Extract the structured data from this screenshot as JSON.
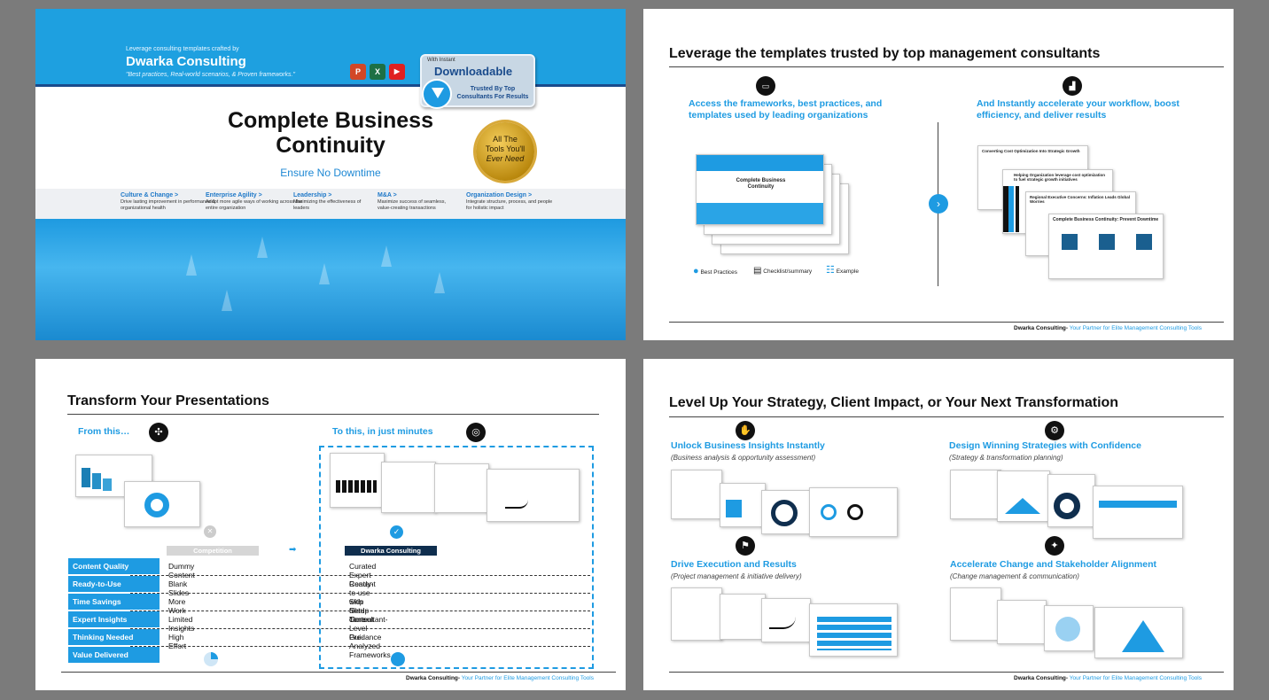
{
  "slide1": {
    "kicker": "Leverage consulting templates crafted by",
    "brand": "Dwarka Consulting",
    "tagline": "\"Best practices, Real-world scenarios, & Proven frameworks.\"",
    "app_icons": [
      {
        "name": "powerpoint-icon",
        "glyph": "P",
        "color": "#d24726"
      },
      {
        "name": "excel-icon",
        "glyph": "X",
        "color": "#1d7044"
      },
      {
        "name": "youtube-icon",
        "glyph": "▶",
        "color": "#e02020"
      }
    ],
    "download": {
      "small": "With Instant",
      "big": "Downloadable",
      "trust": "Trusted By Top Consultants For Results"
    },
    "title": "Complete Business Continuity",
    "subtitle": "Ensure No Downtime",
    "seal": {
      "line1": "All The",
      "line2": "Tools You'll",
      "line3": "Ever Need"
    },
    "categories": [
      {
        "title": "Culture & Change >",
        "desc": "Drive lasting improvement in performance & organizational health"
      },
      {
        "title": "Enterprise Agility >",
        "desc": "Adopt more agile ways of working across the entire organization"
      },
      {
        "title": "Leadership >",
        "desc": "Maximizing the effectiveness of leaders"
      },
      {
        "title": "M&A >",
        "desc": "Maximize success of seamless, value-creating transactions"
      },
      {
        "title": "Organization Design >",
        "desc": "Integrate structure, process, and people for holistic impact"
      }
    ]
  },
  "slide2": {
    "heading": "Leverage the templates trusted by top management consultants",
    "left_heading": "Access the frameworks, best practices, and templates used by leading organizations",
    "right_heading": "And Instantly accelerate your workflow, boost efficiency, and deliver results",
    "legend": [
      "Best Practices",
      "Checklist/summary",
      "Example"
    ],
    "thumb_left_title": "Complete Business Continuity",
    "thumb_right_titles": [
      "Converting Cost Optimization Into Strategic Growth",
      "Helping Organization leverage cost optimization to fuel strategic growth initiatives",
      "Regional Executive Concerns: Inflation Leads Global Worries",
      "Complete Business Continuity: Prevent Downtime"
    ],
    "footer_brand": "Dwarka Consulting-",
    "footer_text": " Your Partner for Elite Management Consulting Tools"
  },
  "slide3": {
    "heading": "Transform Your Presentations",
    "from_label": "From this…",
    "to_label": "To this, in just minutes",
    "competition_tag": "Competition",
    "dwarka_tag": "Dwarka Consulting",
    "rows": [
      {
        "label": "Content Quality",
        "competition": "Dummy Content",
        "dwarka": "Curated Expert Content"
      },
      {
        "label": "Ready-to-Use",
        "competition": "Blank Slides",
        "dwarka": "Ready-to-use with filled content"
      },
      {
        "label": "Time Savings",
        "competition": "More Work",
        "dwarka": "Skip Setup Time"
      },
      {
        "label": "Expert Insights",
        "competition": "Limited Insights",
        "dwarka": "Consultant-Level Guidance"
      },
      {
        "label": "Thinking Needed",
        "competition": "High Effort",
        "dwarka": "Pre-Analyzed Frameworks"
      },
      {
        "label": "Value Delivered",
        "competition": "",
        "dwarka": ""
      }
    ],
    "value_delivered_fraction": {
      "competition": 0.25,
      "dwarka": 1.0
    },
    "footer_brand": "Dwarka Consulting-",
    "footer_text": " Your Partner for Elite Management Consulting Tools"
  },
  "slide4": {
    "heading": "Level Up Your Strategy, Client Impact, or Your Next Transformation",
    "quadrants": [
      {
        "title": "Unlock Business Insights Instantly",
        "sub": "(Business analysis & opportunity assessment)"
      },
      {
        "title": "Design Winning Strategies with Confidence",
        "sub": "(Strategy & transformation planning)"
      },
      {
        "title": "Drive Execution and Results",
        "sub": "(Project management & initiative delivery)"
      },
      {
        "title": "Accelerate Change and Stakeholder Alignment",
        "sub": "(Change management & communication)"
      }
    ],
    "footer_brand": "Dwarka Consulting-",
    "footer_text": " Your Partner for Elite Management Consulting Tools"
  },
  "colors": {
    "accent": "#1e9be2",
    "navy": "#0f2e4e",
    "background": "#7b7b7b"
  }
}
